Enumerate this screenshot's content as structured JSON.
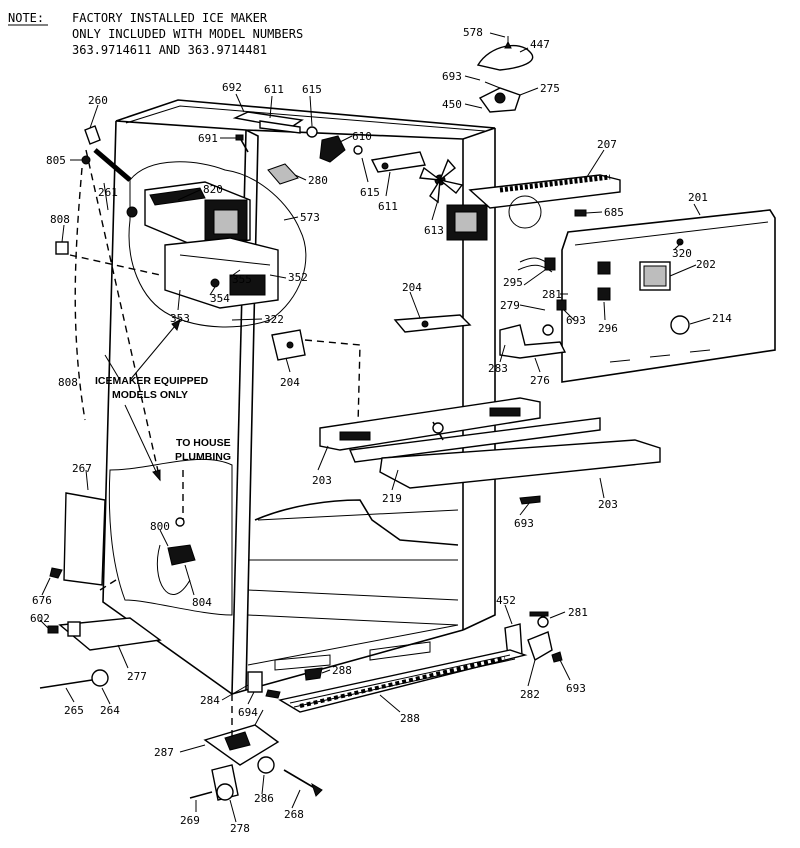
{
  "note": {
    "prefix": "NOTE:",
    "lines": [
      "FACTORY INSTALLED ICE MAKER",
      "ONLY INCLUDED WITH MODEL NUMBERS",
      "363.9714611 AND 363.9714481"
    ]
  },
  "callouts": {
    "icemaker_equipped": [
      "ICEMAKER EQUIPPED",
      "MODELS ONLY"
    ],
    "to_house_plumbing": [
      "TO HOUSE",
      "PLUMBING"
    ]
  },
  "parts": [
    "578",
    "447",
    "693",
    "275",
    "450",
    "692",
    "611",
    "615",
    "691",
    "610",
    "207",
    "260",
    "805",
    "820",
    "280",
    "615",
    "611",
    "613",
    "685",
    "201",
    "261",
    "573",
    "808",
    "320",
    "202",
    "355",
    "352",
    "295",
    "281",
    "354",
    "204",
    "353",
    "322",
    "279",
    "693",
    "296",
    "214",
    "283",
    "276",
    "204",
    "808",
    "203",
    "219",
    "203",
    "693",
    "267",
    "800",
    "804",
    "676",
    "452",
    "281",
    "602",
    "288",
    "277",
    "282",
    "693",
    "284",
    "694",
    "265",
    "264",
    "288",
    "287",
    "286",
    "269",
    "278",
    "268"
  ]
}
